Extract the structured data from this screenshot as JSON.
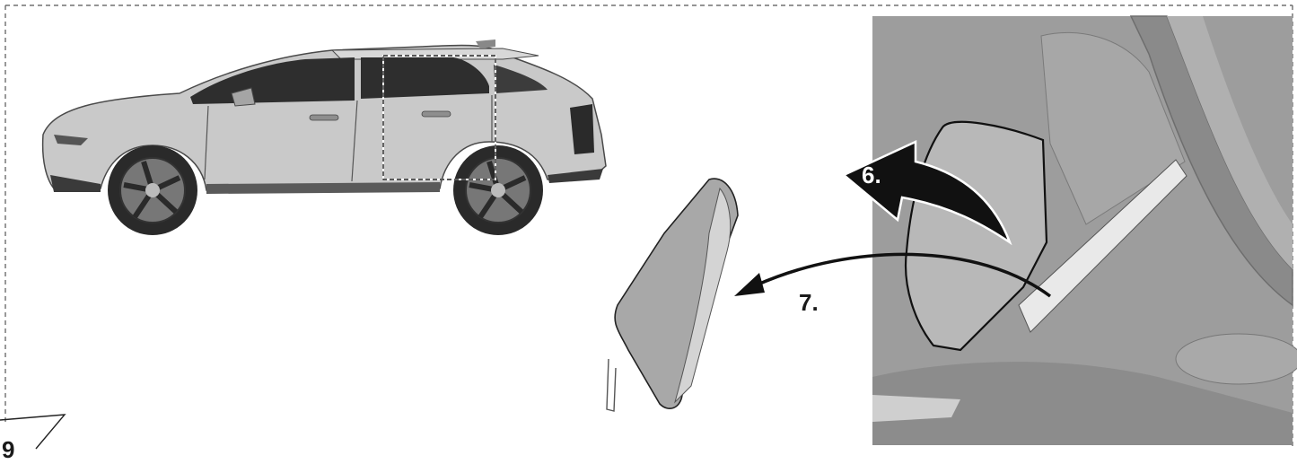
{
  "figure": {
    "number": "9",
    "steps": {
      "step6": "6.",
      "step7": "7."
    }
  },
  "colors": {
    "frame_dash": "#555555",
    "car_body": "#c9c9c9",
    "car_dark": "#3a3a3a",
    "glass": "#2e2e2e",
    "interior_bg": "#9d9d9d",
    "seat": "#b8b8b8",
    "arrow": "#111111"
  },
  "icons": [
    "car-side-view",
    "seat-interior",
    "removed-seat-panel",
    "curved-arrow"
  ]
}
